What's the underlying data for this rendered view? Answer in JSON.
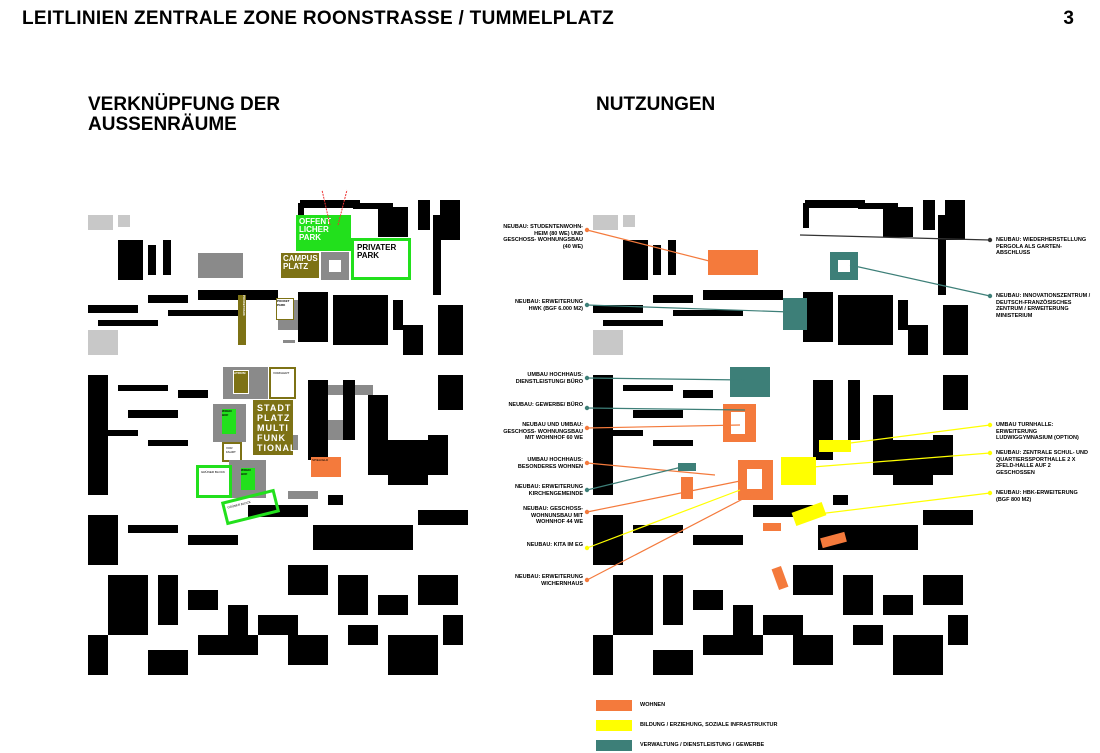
{
  "header": {
    "title": "LEITLINIEN ZENTRALE ZONE ROONSTRASSE / TUMMELPLATZ",
    "page_number": "3"
  },
  "left": {
    "title_line1": "VERKNÜPFUNG DER",
    "title_line2": "AUSSENRÄUME",
    "labels": {
      "oeffentlicher_park": "OFFENT LICHER PARK",
      "privater_park": "PRIVATER PARK",
      "campus_platz": "CAMPUS PLATZ",
      "pocketpark_v": "POCKETPARK",
      "pocket_park": "POCKET PARK",
      "atrium": "ATRIUM",
      "vorfahrt1": "VORFAHRT",
      "wohnhof1": "WOHN HOF",
      "stadtplatz": "STADT PLATZ MULTI FUNK TIONAL",
      "vorfahrt2": "VOR FAHRT",
      "wohnhof2": "WOHN HOF",
      "gruener_block1": "GRÜNER BLOCK",
      "gruener_block2": "GRÜNER BLOCK",
      "spielfeld": "SPIELFELD"
    }
  },
  "right": {
    "title": "NUTZUNGEN",
    "annotations_left": [
      "NEUBAU: STUDENTENWOHN- HEIM (80 WE) UND GESCHOSS- WOHNUNGSBAU (40 WE)",
      "NEUBAU: ERWEITERUNG HWK (BGF 6.000 M2)",
      "UMBAU HOCHHAUS: DIENSTLEISTUNG/ BÜRO",
      "NEUBAU: GEWERBE/ BÜRO",
      "NEUBAU UND UMBAU: GESCHOSS- WOHNUNGSBAU MIT WOHNHOF 60 WE",
      "UMBAU HOCHHAUS: BESONDERES WOHNEN",
      "NEUBAU: ERWEITERUNG KIRCHENGEMEINDE",
      "NEUBAU: GESCHOSS- WOHNUNSBAU MIT WOHNHOF 44 WE",
      "NEUBAU: KITA IM EG",
      "NEUBAU: ERWEITERUNG WICHERNHAUS"
    ],
    "annotations_right": [
      "NEUBAU: WIEDERHERSTELLUNG PERGOLA ALS GARTEN- ABSCHLUSS",
      "NEUBAU: INNOVATIONSZENTRUM / DEUTSCH-FRANZÖSISCHES ZENTRUM / ERWEITERUNG MINISTERIUM",
      "UMBAU TURNHALLE: ERWEITERUNG LUDWIGGYMNASIUM (OPTION)",
      "NEUBAU: ZENTRALE SCHUL- UND QUARTIERSSPORTHALLE 2 X 2FELD-HALLE AUF 2 GESCHOSSEN",
      "NEUBAU: HBK-ERWEITERUNG (BGF 800 M2)"
    ]
  },
  "legend": [
    {
      "label": "WOHNEN",
      "color": "#f47a3c"
    },
    {
      "label": "BILDUNG / ERZIEHUNG, SOZIALE INFRASTRUKTUR",
      "color": "#ffff00"
    },
    {
      "label": "VERWALTUNG / DIENSTLEISTUNG / GEWERBE",
      "color": "#3d7f78"
    }
  ],
  "colors": {
    "green": "#22e01c",
    "olive": "#7d7215",
    "orange": "#f47a3c",
    "yellow": "#ffff00",
    "teal": "#3d7f78"
  }
}
